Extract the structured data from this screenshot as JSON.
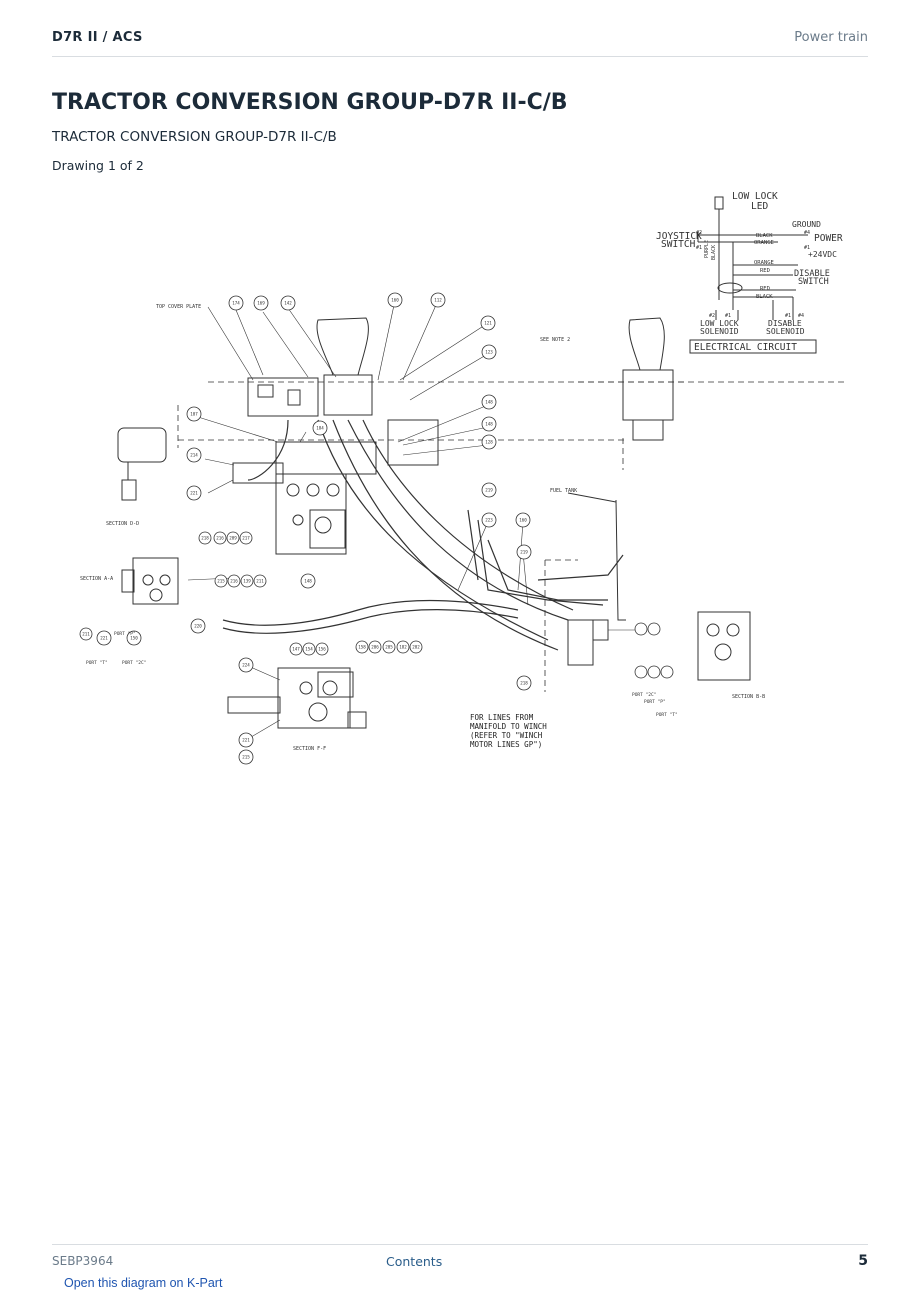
{
  "header": {
    "breadcrumb": "D7R II  /  ACS",
    "section": "Power train"
  },
  "page": {
    "title": "TRACTOR CONVERSION GROUP-D7R II-C/B",
    "subtitle": "TRACTOR CONVERSION GROUP-D7R II-C/B",
    "drawing_label": "Drawing 1 of 2"
  },
  "diagram": {
    "electrical": {
      "low_lock_led": "LOW LOCK",
      "led": "LED",
      "joystick": "JOYSTICK",
      "switch": "SWITCH",
      "ground": "GROUND",
      "power": "POWER",
      "vdc": "+24VDC",
      "disable": "DISABLE",
      "disable_switch": "SWITCH",
      "low_lock_solenoid": "LOW LOCK",
      "disable_solenoid": "DISABLE",
      "solenoid": "SOLENOID",
      "solenoid2": "SOLENOID",
      "circuit": "ELECTRICAL CIRCUIT",
      "black": "BLACK",
      "orange": "ORANGE",
      "orange2": "ORANGE",
      "red": "RED",
      "red2": "RED",
      "black2": "BLACK",
      "purple": "PURPLE",
      "black3": "BLACK",
      "pin_a2": "#2",
      "pin_a1": "#1",
      "pin_b4": "#4",
      "pin_b1": "#1",
      "pin_c2": "#2",
      "pin_c1": "#1",
      "pin_d1": "#1",
      "pin_d4": "#4"
    },
    "labels": {
      "top_cover_plate": "TOP COVER PLATE",
      "see_note_2": "SEE NOTE 2",
      "fuel_tank": "FUEL TANK",
      "section_aa": "SECTION  A-A",
      "section_dd": "SECTION  D-D",
      "section_bb": "SECTION  B-B",
      "section_ff": "SECTION  F-F",
      "port_p": "PORT \"P\"",
      "port_t": "PORT \"T\"",
      "port_2c": "PORT \"2C\"",
      "port_2c_b": "PORT \"2C\"",
      "port_p_b": "PORT \"P\"",
      "port_t_b": "PORT \"T\"",
      "note_line1": "FOR LINES FROM",
      "note_line2": "MANIFOLD TO WINCH",
      "note_line3": "(REFER TO \"WINCH",
      "note_line4": "MOTOR LINES GP\")"
    },
    "callouts": [
      "174",
      "169",
      "142",
      "160",
      "112",
      "121",
      "123",
      "148",
      "148",
      "128",
      "107",
      "184",
      "214",
      "221",
      "218",
      "216",
      "209",
      "217",
      "215",
      "216",
      "139",
      "211",
      "148",
      "220",
      "211",
      "221",
      "150",
      "147",
      "154",
      "156",
      "158",
      "206",
      "205",
      "182",
      "202",
      "224",
      "221",
      "215",
      "219",
      "223",
      "160",
      "219",
      "218"
    ]
  },
  "footer": {
    "doc_id": "SEBP3964",
    "contents": "Contents",
    "page_number": "5",
    "kpart_link": "Open this diagram on K-Part"
  }
}
